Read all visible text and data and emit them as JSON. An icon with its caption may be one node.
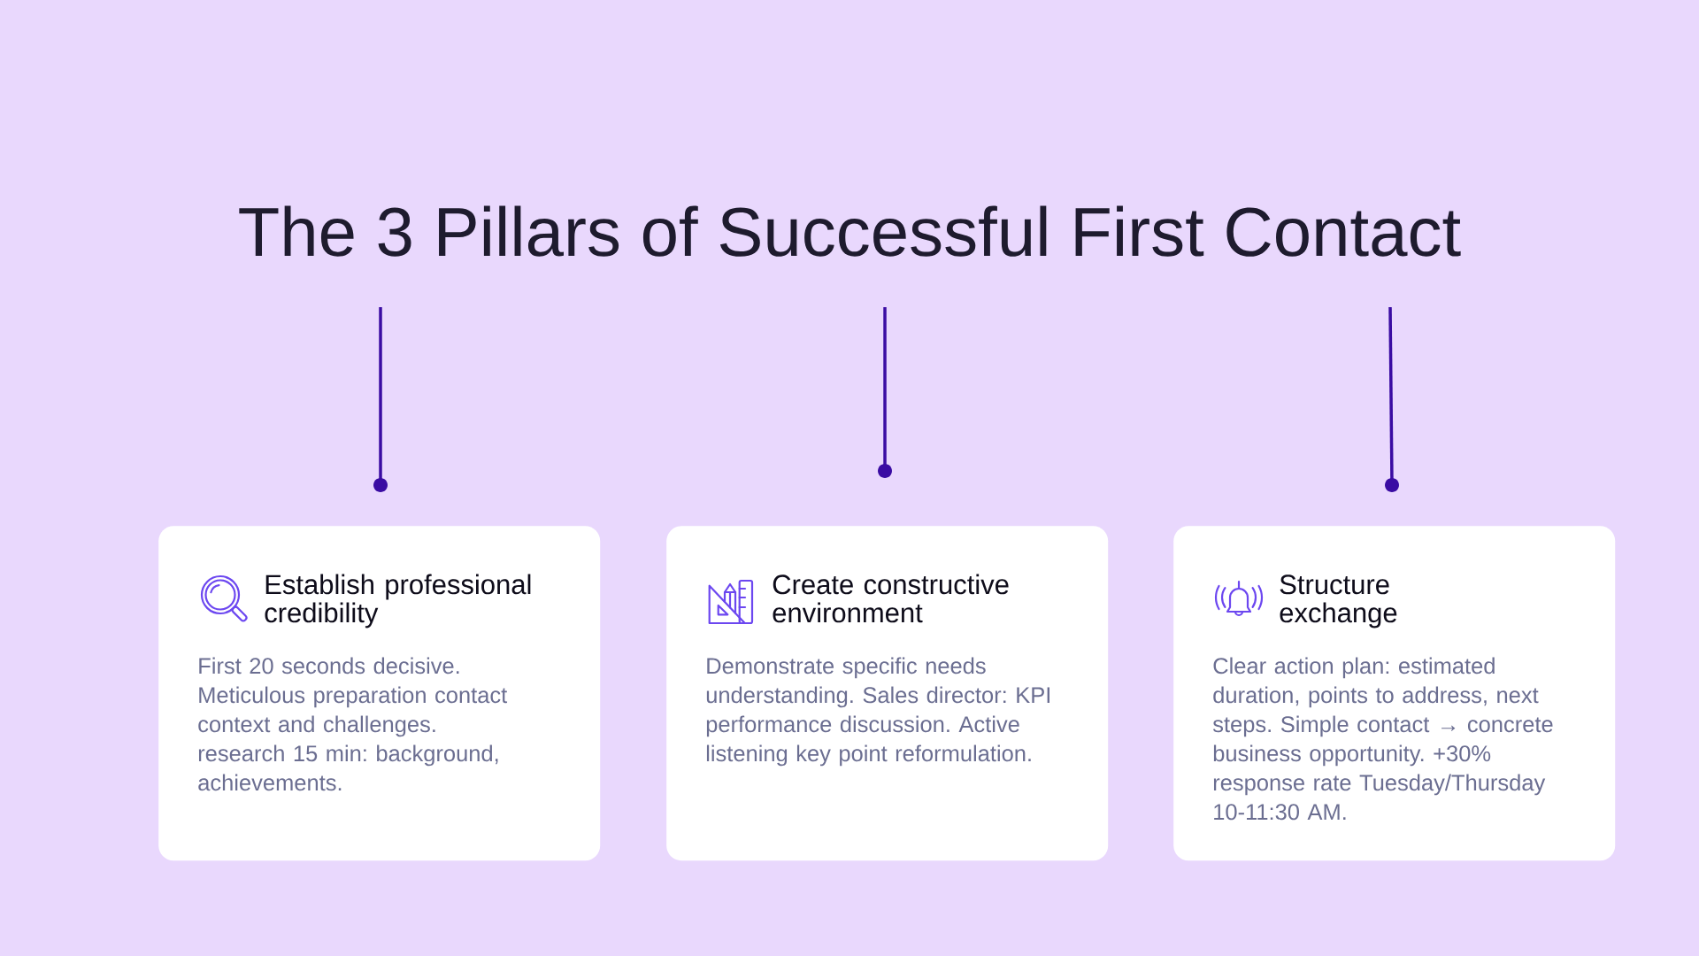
{
  "diagram": {
    "title": "The 3 Pillars of Successful First Contact",
    "nodes": [
      {
        "text": [
          "Establish professional credibility",
          "First 20 seconds decisive. Meticulous preparation contact context and challenges. research 15 min: background, achievements."
        ]
      },
      {
        "text": [
          "Create constructive environment",
          "Demonstrate specific needs understanding. Sales director: KPI performance discussion. Active listening key point reformulation."
        ]
      },
      {
        "text": [
          "Structure exchange",
          "Clear action plan: estimated duration, points to address, next steps. Simple contact → concrete business opportunity. +30% response rate Tuesday/Thursday 10-11:30 AM."
        ]
      }
    ]
  }
}
